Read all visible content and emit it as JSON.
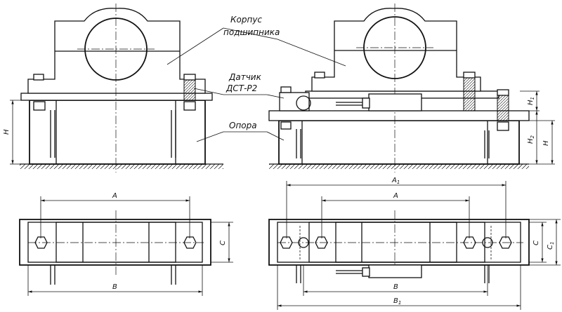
{
  "labels": {
    "housing_line1": "Корпус",
    "housing_line2": "подшипника",
    "sensor_line1": "Датчик",
    "sensor_line2": "ДСТ-Р2",
    "support": "Опора"
  },
  "dimensions": {
    "H": "H",
    "H1": "H",
    "H1_sub": "1",
    "H2": "H",
    "H2_sub": "2",
    "A": "A",
    "A1": "A",
    "A1_sub": "1",
    "B": "B",
    "B1": "B",
    "B1_sub": "1",
    "C": "C",
    "C1": "C",
    "C1_sub": "1",
    "A_right": "A",
    "B_right": "B",
    "C_right": "C",
    "H_right": "H"
  }
}
